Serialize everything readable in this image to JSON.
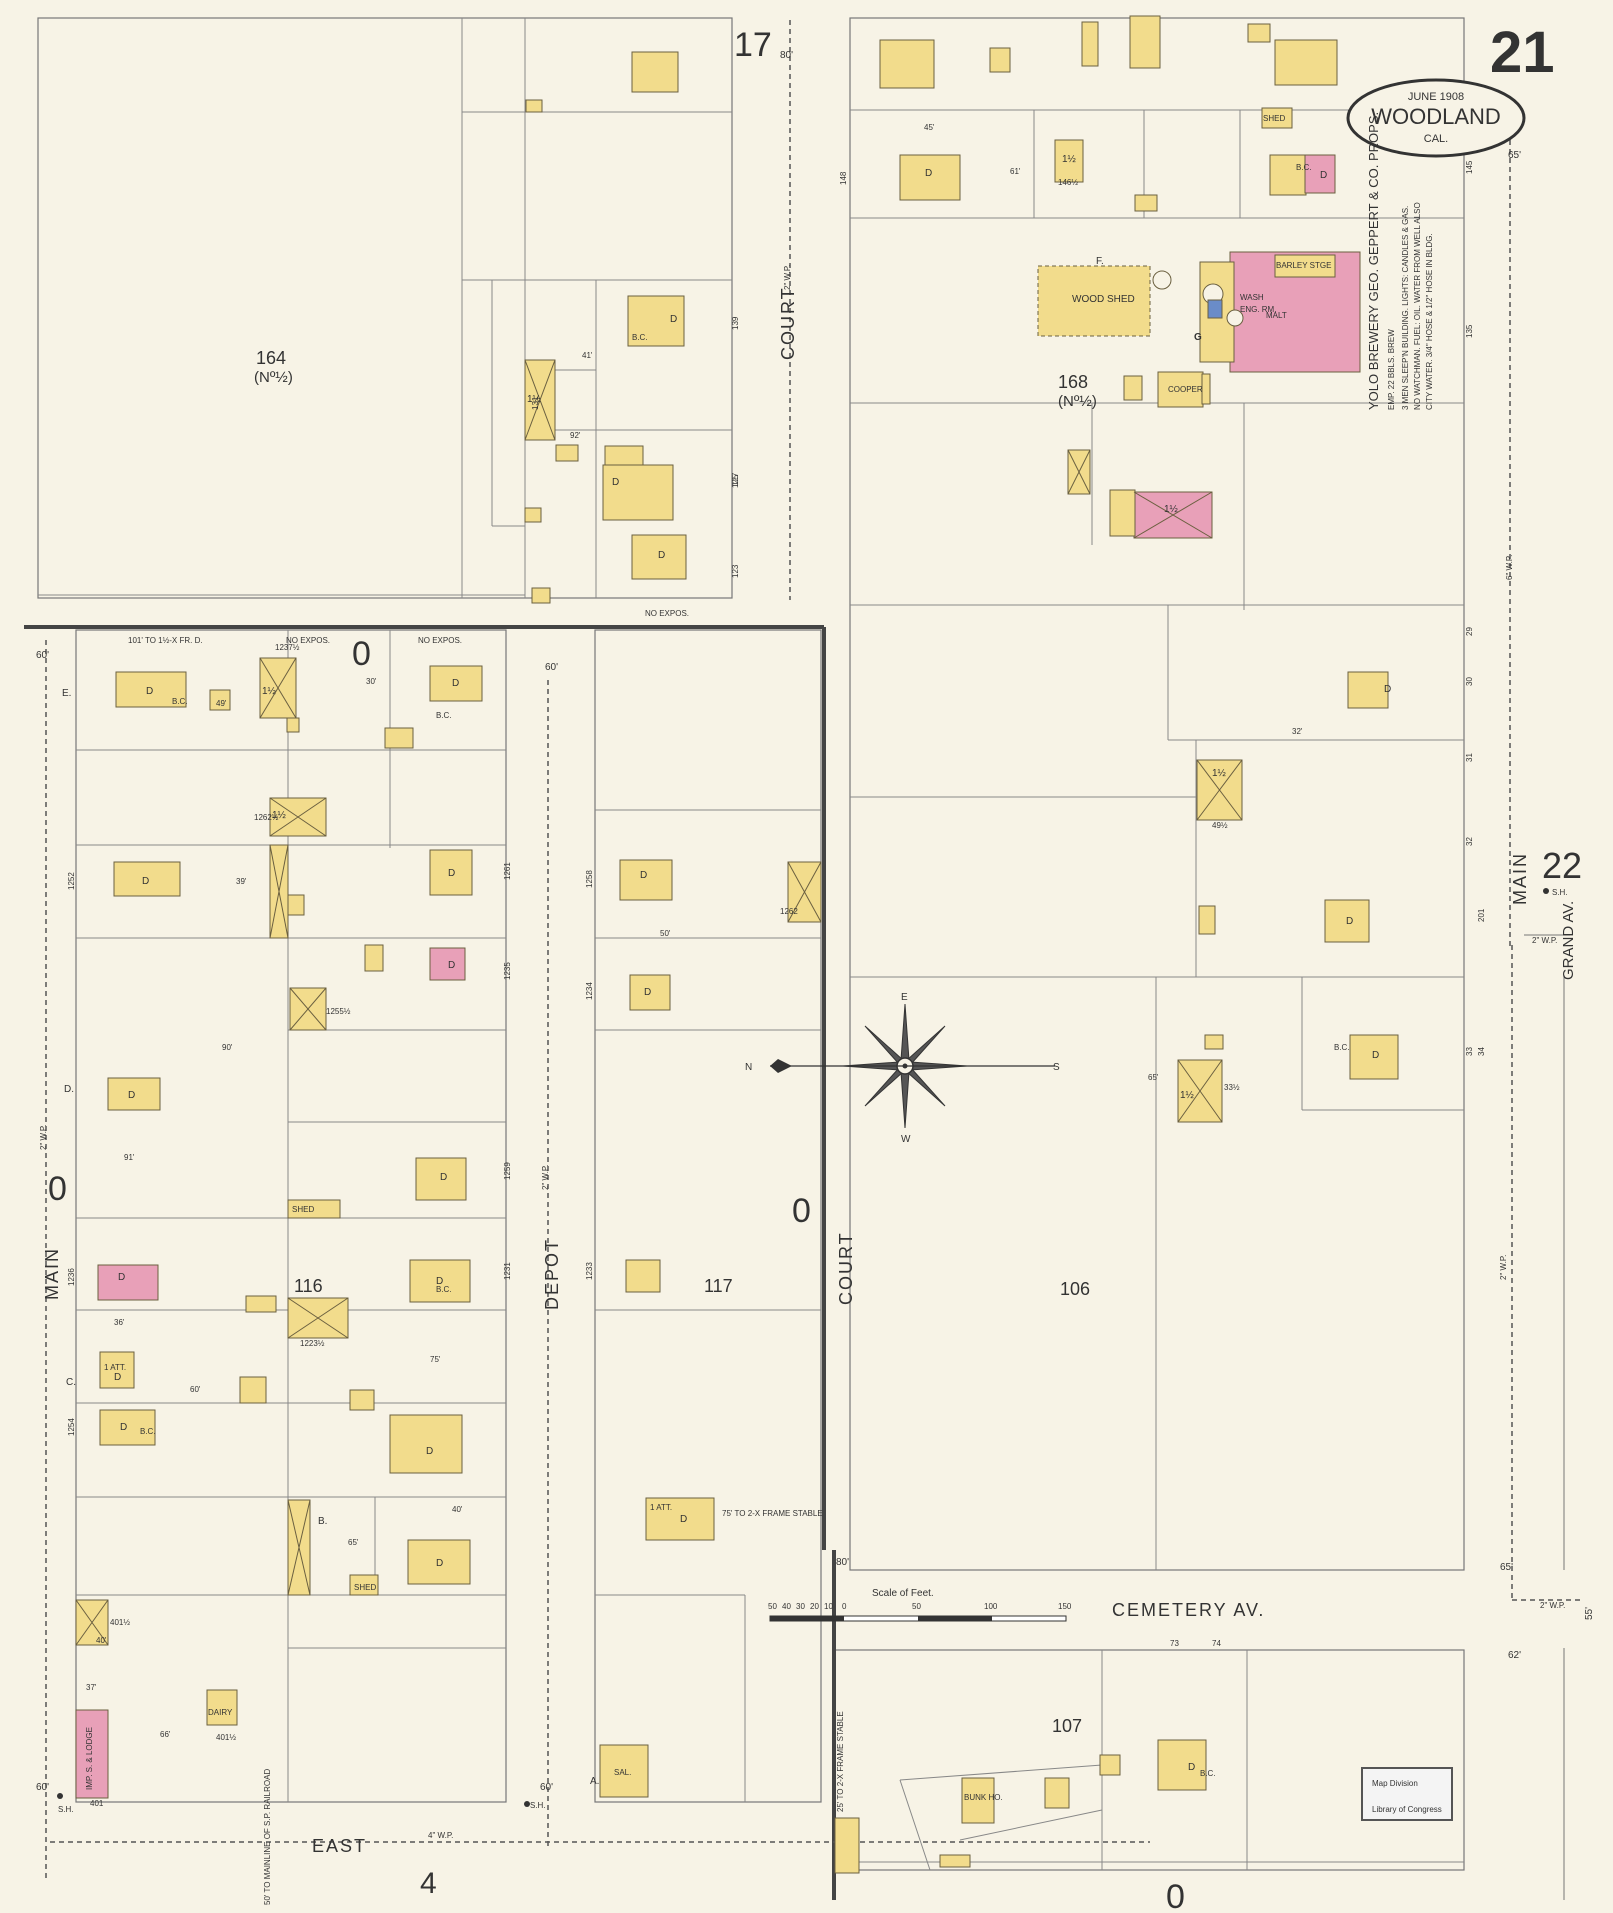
{
  "sheet": {
    "number": "21",
    "date": "JUNE 1908",
    "city": "WOODLAND",
    "state": "CAL.",
    "adjoining": [
      {
        "sheet": "17"
      },
      {
        "sheet": "22"
      }
    ]
  },
  "streets": {
    "main_left": "MAIN",
    "main_right": "MAIN",
    "court_upper": "COURT",
    "court_lower": "COURT",
    "depot": "DEPOT",
    "cemetery": "CEMETERY AV.",
    "east": "EAST",
    "grand": "GRAND AV."
  },
  "street_marks": {
    "east_number": "4",
    "zero": "0",
    "pipe_4wp": "4\" W.P.",
    "pipe_2wp": "2\" W.P.",
    "pipe_6wp": "6\" W.P.",
    "width_80": "80'",
    "width_60": "60'",
    "width_65": "65'",
    "width_55": "55'",
    "width_62": "62'",
    "sh": "S.H."
  },
  "blocks": [
    "164",
    "(Nº½)",
    "168",
    "(Nº½)",
    "116",
    "117",
    "106",
    "107"
  ],
  "brewery": {
    "name": "YOLO BREWERY GEO. GEPPERT & CO. PROPS.",
    "lines": [
      "EMP. 22 BBLS. BREW",
      "3 MEN SLEEP'N BUILDING. LIGHTS: CANDLES & GAS.",
      "NO WATCHMAN. FUEL: OIL. WATER FROM WELL ALSO",
      "CITY WATER. 3/4\" HOSE & 1/2\" HOSE IN BLDG."
    ],
    "labels": [
      "BARLEY STGE",
      "COOPER",
      "WOOD SHED",
      "MALT",
      "WASH",
      "ENG. RM."
    ]
  },
  "building_labels": {
    "d": "D",
    "bc": "B.C.",
    "one_half": "1½",
    "shed": "SHED",
    "sal": "SAL.",
    "bunk": "BUNK HO.",
    "dairy": "DAIRY",
    "att": "1 ATT.",
    "store": "IMP. S. & LODGE",
    "no_expos": "NO EXPOS.",
    "frame_stable": "75' TO 2-X FRAME STABLE",
    "frame_stable2": "25' TO 2-X FRAME STABLE",
    "fr_d": "101' TO 1½-X FR. D.",
    "tracks": "50' TO MAINLINE OF S.P. RAILROAD"
  },
  "scale": {
    "title": "Scale of Feet.",
    "ticks": [
      "50",
      "40",
      "30",
      "20",
      "10",
      "0",
      "50",
      "100",
      "150"
    ]
  },
  "compass": {
    "n": "N",
    "s": "S",
    "e": "E",
    "w": "W"
  },
  "stamp": {
    "line1": "Map Division",
    "line2": "Library of Congress"
  },
  "lot_letters": [
    "A.",
    "B.",
    "C.",
    "D.",
    "E.",
    "F.",
    "G"
  ],
  "addresses": [
    "1231",
    "1235",
    "1237½",
    "1252",
    "1255½",
    "1258",
    "1259",
    "1261",
    "1262",
    "1262½",
    "1223½",
    "1233",
    "1234",
    "1236",
    "1254",
    "401½",
    "401",
    "401½",
    "139",
    "131",
    "125",
    "146½",
    "148",
    "31",
    "30",
    "29",
    "32",
    "33",
    "34",
    "201",
    "135",
    "145",
    "123",
    "127",
    "49½",
    "33½",
    "73",
    "74"
  ],
  "dimensions": [
    "40'",
    "45'",
    "61'",
    "65'",
    "30'",
    "92'",
    "41'",
    "39'",
    "50'",
    "32'",
    "36'",
    "60'",
    "66'",
    "65'",
    "37'",
    "49'",
    "75'",
    "90'",
    "91'",
    "40'"
  ]
}
